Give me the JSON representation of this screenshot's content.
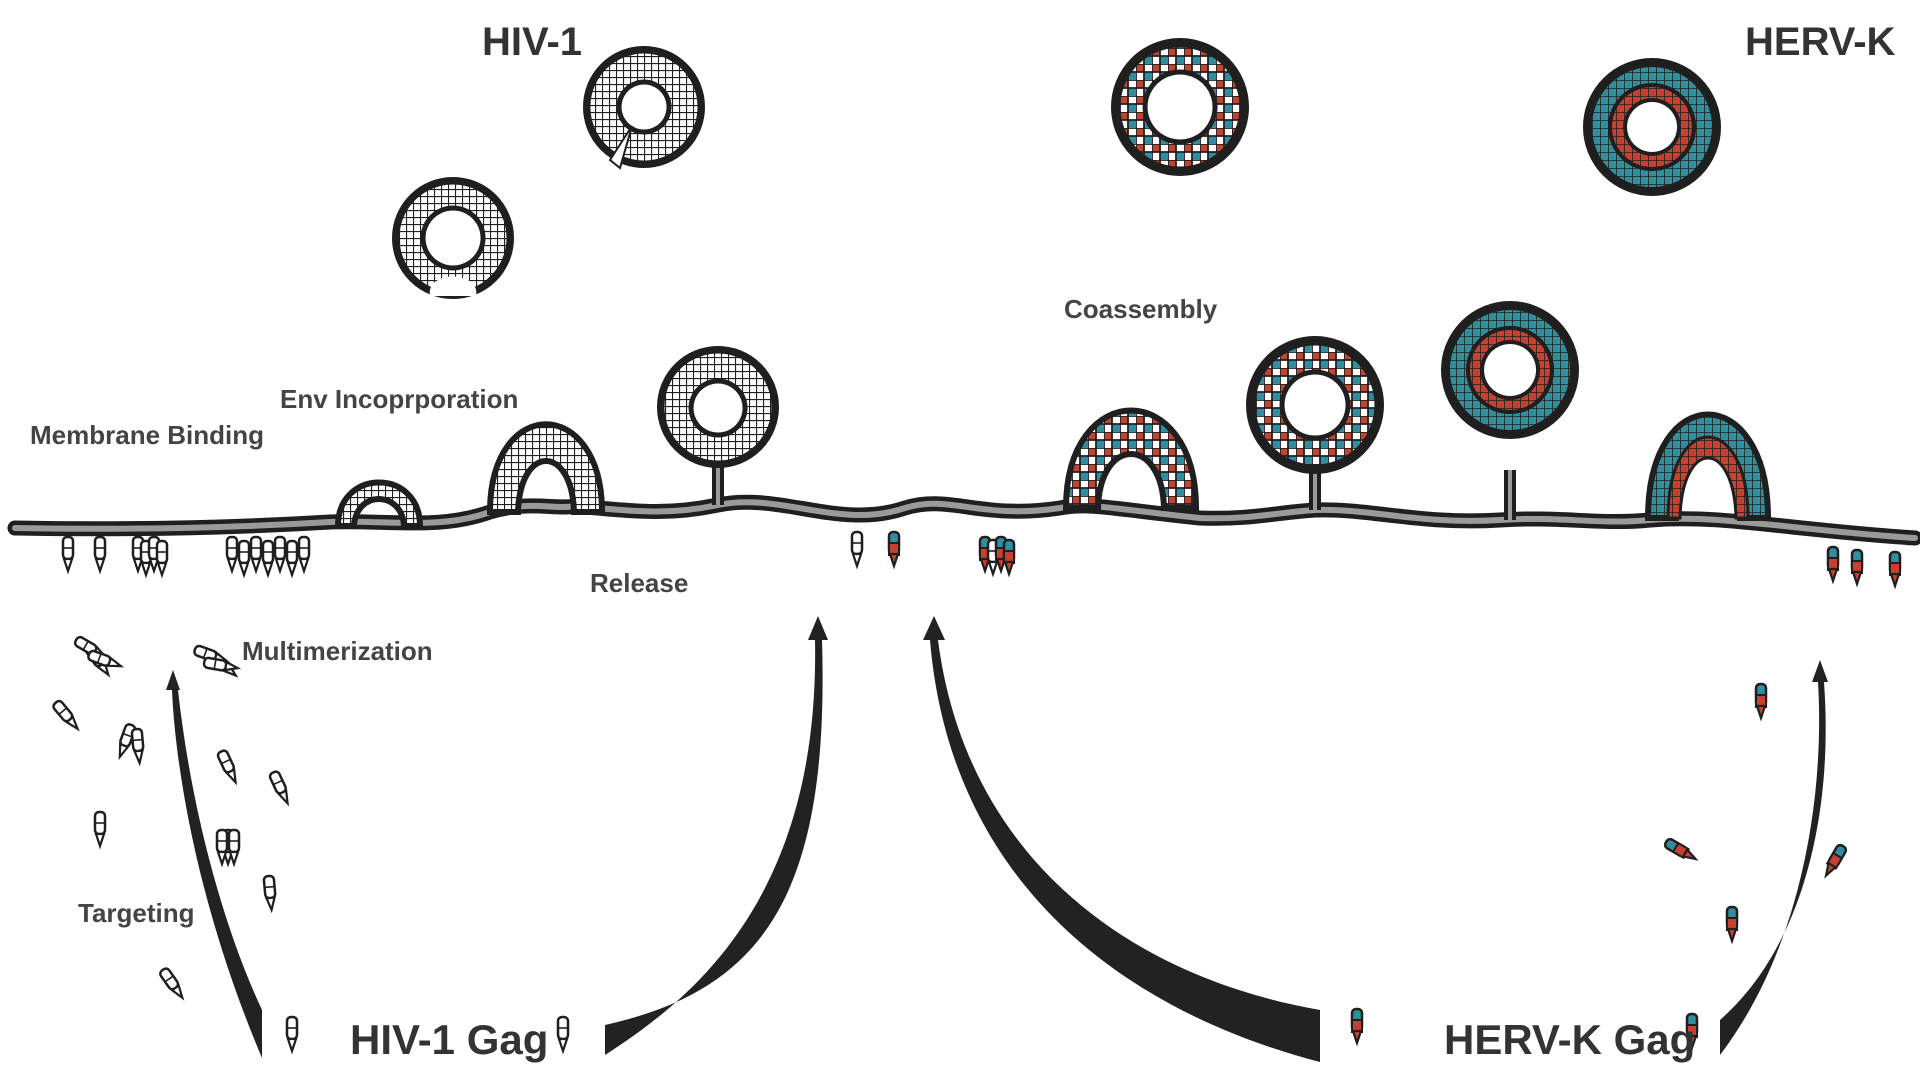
{
  "titles": {
    "hiv": "HIV-1",
    "herv": "HERV-K"
  },
  "steps": {
    "membrane_binding": "Membrane Binding",
    "env_incorporation": "Env Incoprporation",
    "multimerization": "Multimerization",
    "targeting": "Targeting",
    "release": "Release",
    "coassembly": "Coassembly"
  },
  "gag_labels": {
    "hiv_gag": "HIV-1 Gag",
    "herv_gag": "HERV-K Gag"
  },
  "colors": {
    "outline": "#1f1f1f",
    "membrane_fill": "#8a8a8a",
    "hiv_gag": "#ffffff",
    "herv_matrix": "#2f8f9d",
    "herv_capsid": "#c8402f",
    "arrow": "#222222"
  }
}
